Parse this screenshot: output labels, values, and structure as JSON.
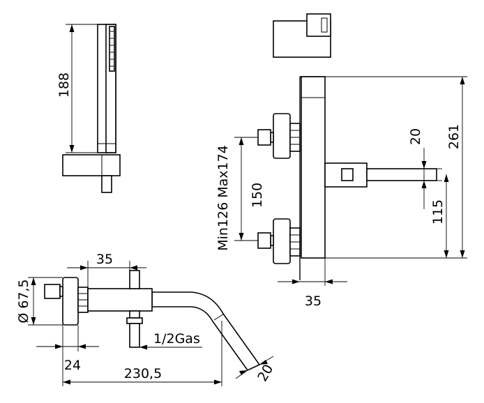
{
  "dimensions": {
    "shower_length": "188",
    "overall_height": "261",
    "spout_height": "20",
    "outlet_height": "115",
    "inlet_spacing": "150",
    "inlet_range": "Min126 Max174",
    "wall_projection": "35",
    "top_block": "35",
    "flange_diameter": "Ø 67,5",
    "thread": "1/2Gas",
    "flange_depth": "24",
    "spout_reach": "230,5",
    "spout_diameter": "20"
  }
}
